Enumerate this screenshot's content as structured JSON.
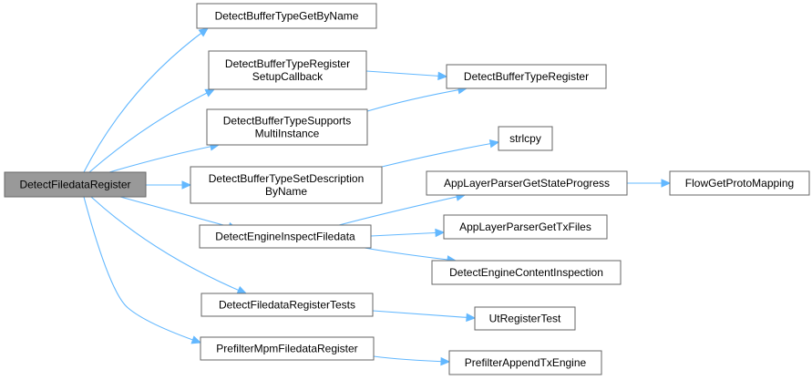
{
  "graph": {
    "nodes": {
      "root": [
        "DetectFiledataRegister"
      ],
      "gbn": [
        "DetectBufferTypeGetByName"
      ],
      "rsc": [
        "DetectBufferTypeRegister",
        "SetupCallback"
      ],
      "sup": [
        "DetectBufferTypeSupports",
        "MultiInstance"
      ],
      "sdn": [
        "DetectBufferTypeSetDescription",
        "ByName"
      ],
      "eif": [
        "DetectEngineInspectFiledata"
      ],
      "frt": [
        "DetectFiledataRegisterTests"
      ],
      "pmr": [
        "PrefilterMpmFiledataRegister"
      ],
      "reg": [
        "DetectBufferTypeRegister"
      ],
      "str": [
        "strlcpy"
      ],
      "gsp": [
        "AppLayerParserGetStateProgress"
      ],
      "fgm": [
        "FlowGetProtoMapping"
      ],
      "gtf": [
        "AppLayerParserGetTxFiles"
      ],
      "eci": [
        "DetectEngineContentInspection"
      ],
      "urt": [
        "UtRegisterTest"
      ],
      "pat": [
        "PrefilterAppendTxEngine"
      ]
    },
    "edge_color": "#63b8ff",
    "root_fill": "#999999"
  }
}
